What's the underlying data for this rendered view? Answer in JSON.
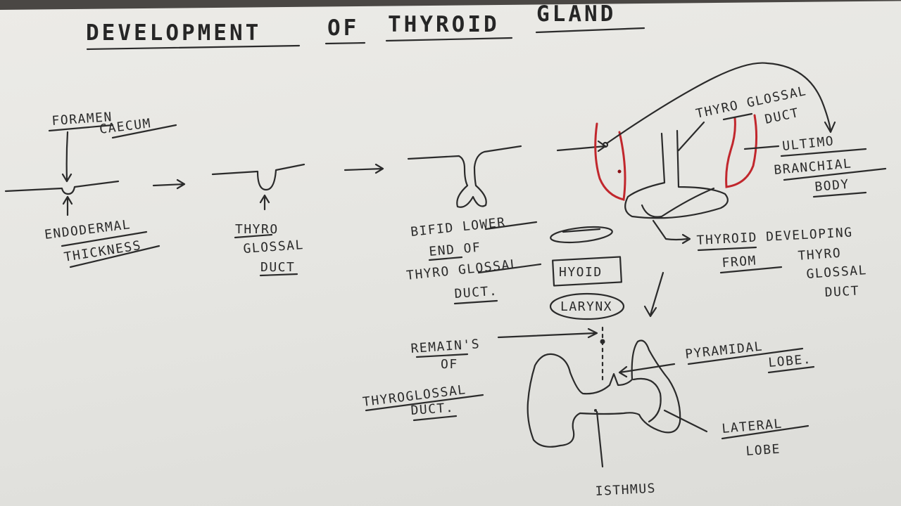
{
  "title": {
    "word1": "DEVELOPMENT",
    "word2": "OF",
    "word3": "THYROID",
    "word4": "GLAND"
  },
  "stage1": {
    "foramen": "FORAMEN",
    "caecum": "CAECUM",
    "endodermal": "ENDODERMAL",
    "thickness": "THICKNESS"
  },
  "stage2": {
    "thyro": "THYRO",
    "glossal": "GLOSSAL",
    "duct": "DUCT"
  },
  "stage3": {
    "line1": "BIFID LOWER",
    "line2": "END OF",
    "line3": "THYRO GLOSSAL",
    "line4": "DUCT."
  },
  "stage4": {
    "hyoid": "HYOID",
    "larynx": "LARYNX",
    "tg_duct_1": "THYRO GLOSSAL",
    "tg_duct_2": "DUCT",
    "ultimo": "ULTIMO",
    "branchial": "BRANCHIAL",
    "body": "BODY",
    "thyroid_dev_1": "THYROID DEVELOPING",
    "thyroid_dev_2": "FROM",
    "thyroid_dev_3": "THYRO",
    "thyroid_dev_4": "GLOSSAL",
    "thyroid_dev_5": "DUCT"
  },
  "gland": {
    "remains_1": "REMAIN'S",
    "remains_2": "OF",
    "remains_3": "THYROGLOSSAL",
    "remains_4": "DUCT.",
    "pyramidal_1": "PYRAMIDAL",
    "pyramidal_2": "LOBE.",
    "lateral_1": "LATERAL",
    "lateral_2": "LOBE",
    "isthmus": "ISTHMUS"
  },
  "colors": {
    "ink": "#2b2b2b",
    "red": "#c1272d",
    "paper": "#e8e8e4"
  }
}
